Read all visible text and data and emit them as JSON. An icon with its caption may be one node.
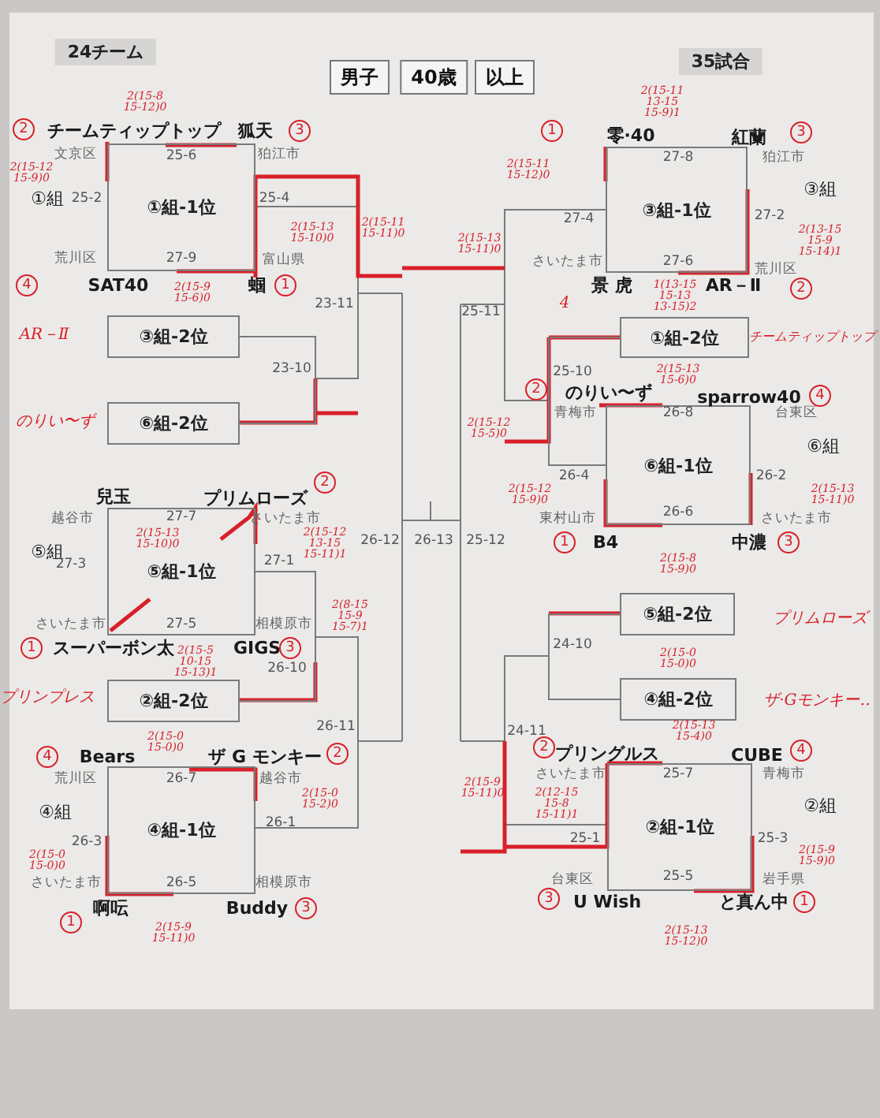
{
  "diagram": {
    "nodes": [
      {
        "text": [
          "①組-1位"
        ]
      },
      {
        "text": [
          "③組-2位"
        ]
      },
      {
        "text": [
          "⑥組-2位"
        ]
      },
      {
        "text": [
          "③組-1位"
        ]
      },
      {
        "text": [
          "①組-2位"
        ]
      },
      {
        "text": [
          "⑥組-1位"
        ]
      },
      {
        "text": [
          "⑤組-1位"
        ]
      },
      {
        "text": [
          "②組-2位"
        ]
      },
      {
        "text": [
          "④組-1位"
        ]
      },
      {
        "text": [
          "⑤組-2位"
        ]
      },
      {
        "text": [
          "④組-2位"
        ]
      },
      {
        "text": [
          "②組-1位"
        ]
      }
    ],
    "edges": [
      {
        "from": 1,
        "to": 2,
        "arrow": "none"
      },
      {
        "from": 6,
        "to": 7,
        "arrow": "none"
      },
      {
        "from": 4,
        "to": 5,
        "arrow": "none"
      },
      {
        "from": 9,
        "to": 10,
        "arrow": "none"
      }
    ],
    "labels": [
      "24チーム",
      "男子",
      "40歳",
      "以上",
      "35試合",
      "チームティップトップ",
      "狐天",
      "文京区",
      "狛江市",
      "①組",
      "25-6",
      "25-2",
      "25-4",
      "荒川区",
      "27-9",
      "富山県",
      "SAT40",
      "蝈",
      "23-11",
      "23-10",
      "零·40",
      "紅蘭",
      "27-8",
      "狛江市",
      "③組",
      "27-4",
      "27-2",
      "さいたま市",
      "27-6",
      "荒川区",
      "景 虎",
      "AR－Ⅱ",
      "25-11",
      "25-10",
      "のりい〜ず",
      "sparrow40",
      "青梅市",
      "26-8",
      "台東区",
      "⑥組",
      "26-4",
      "26-2",
      "東村山市",
      "26-6",
      "さいたま市",
      "B4",
      "中濃",
      "26-12",
      "26-13",
      "25-12",
      "兒玉",
      "プリムローズ",
      "越谷市",
      "27-7",
      "さいたま市",
      "⑤組",
      "27-3",
      "27-1",
      "さいたま市",
      "27-5",
      "相模原市",
      "スーパーボン太",
      "GIGS",
      "26-10",
      "26-11",
      "24-10",
      "24-11",
      "Bears",
      "ザ G モンキー",
      "荒川区",
      "26-7",
      "越谷市",
      "④組",
      "26-3",
      "26-1",
      "さいたま市",
      "26-5",
      "相模原市",
      "啊呍",
      "Buddy",
      "プリングルス",
      "CUBE",
      "さいたま市",
      "25-7",
      "青梅市",
      "②組",
      "25-1",
      "25-3",
      "台東区",
      "25-5",
      "岩手県",
      "U Wish",
      "と真ん中",
      "2(15-8 15-12)0",
      "2",
      "3",
      "2(15-12 15-9)0",
      "4",
      "1",
      "2(15-13 15-10)0",
      "2(15-11 15-11)0",
      "2(15-9 15-6)0",
      "AR－Ⅱ",
      "のりい〜ず",
      "2",
      "2(15-13 15-10)0",
      "2(15-12 13-15 15-11)1",
      "2(8-15 15-9 15-7)1",
      "1",
      "3",
      "2(15-5 10-15 15-13)1",
      "プリンプレス",
      "2(15-0 15-0)0",
      "4",
      "2",
      "2(15-0 15-2)0",
      "2(15-0 15-0)0",
      "1",
      "3",
      "2(15-9 15-11)0",
      "2(15-11 13-15 15-9)1",
      "1",
      "3",
      "2(15-11 15-12)0",
      "2(15-13 15-11)0",
      "2(13-15 15-9 15-14)1",
      "1(13-15 15-13 13-15)2",
      "2",
      "4",
      "チームティップトップ",
      "2(15-13 15-6)0",
      "2",
      "4",
      "2(15-12 15-5)0",
      "2(15-12 15-9)0",
      "2(15-13 15-11)0",
      "2(15-8 15-9)0",
      "1",
      "3",
      "プリムローズ",
      "2(15-0 15-0)0",
      "ザ·Gモンキー‥",
      "2(15-13 15-4)0",
      "2",
      "4",
      "2(15-9 15-11)0",
      "2(12-15 15-8 15-11)1",
      "2(15-9 15-9)0",
      "3",
      "1",
      "2(15-13 15-12)0"
    ]
  }
}
